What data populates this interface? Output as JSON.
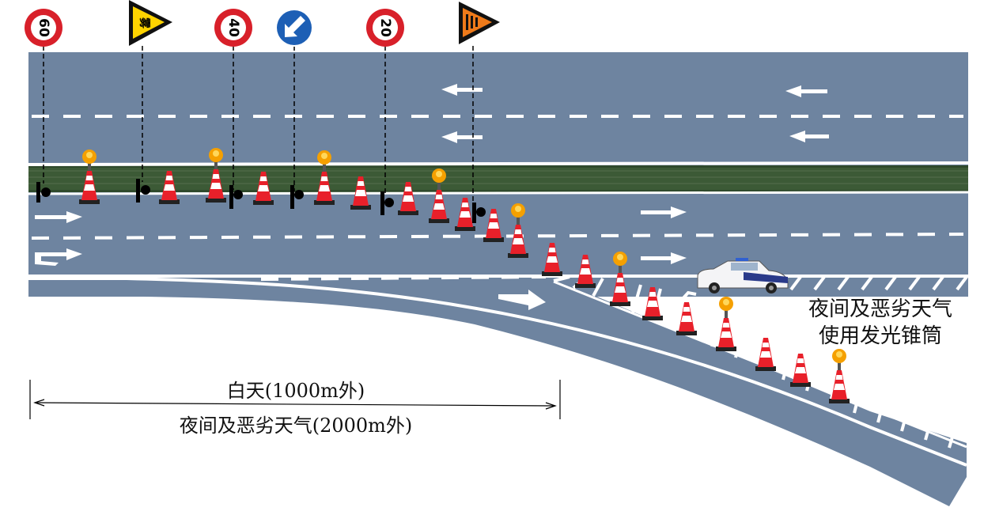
{
  "signs": [
    {
      "kind": "speed-limit",
      "text": "60"
    },
    {
      "kind": "fog-warning",
      "text": "雾",
      "color": "#ffd400"
    },
    {
      "kind": "speed-limit",
      "text": "40"
    },
    {
      "kind": "keep-left",
      "icon": "arrow-down-left",
      "color": "#1d5fb5"
    },
    {
      "kind": "speed-limit",
      "text": "20"
    },
    {
      "kind": "roadwork-warning",
      "color": "#ee7a1a"
    }
  ],
  "notes": {
    "night_light": [
      "夜间及恶劣天气",
      "使用发光锥筒"
    ],
    "distance_day": "白天(1000m外)",
    "distance_night": "夜间及恶劣天气(2000m外)"
  },
  "colors": {
    "road": "#6e84a0",
    "median": "#2f4a2c",
    "cone_red": "#e8202a",
    "warning_light": "#f5a000",
    "speed_ring": "#d8202a"
  }
}
